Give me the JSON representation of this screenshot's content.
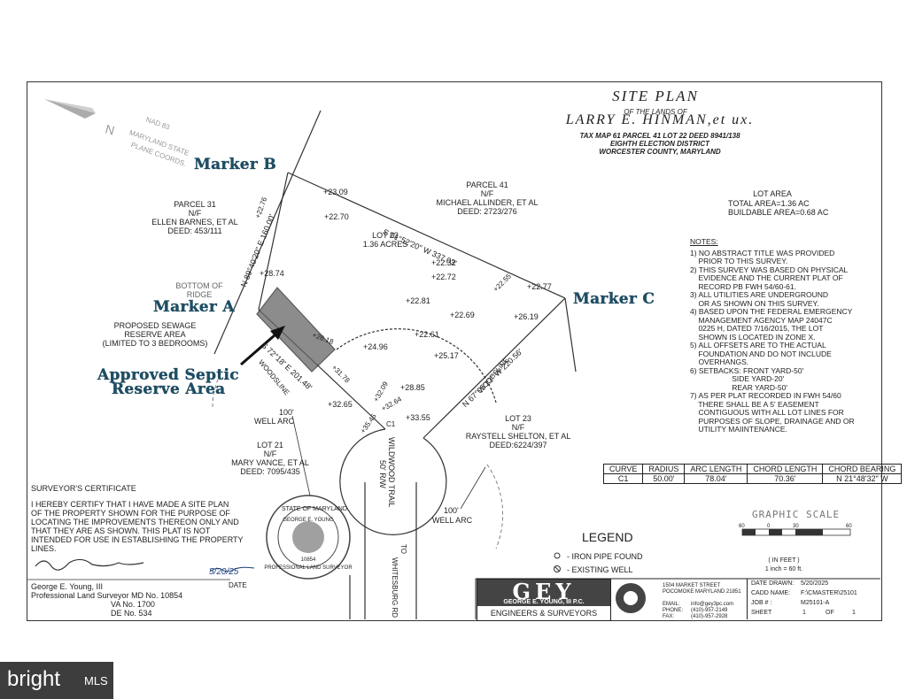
{
  "title": {
    "line1": "SITE PLAN",
    "line2": "OF THE LANDS OF",
    "line3": "LARRY E. HINMAN,et ux.",
    "line4": "TAX MAP 61 PARCEL 41 LOT 22 DEED 8941/138",
    "line5": "EIGHTH ELECTION DISTRICT",
    "line6": "WORCESTER COUNTY, MARYLAND"
  },
  "north_arrow": {
    "nad": "NAD 83",
    "coords1": "MARYLAND STATE",
    "coords2": "PLANE COORDS."
  },
  "markers": {
    "a": "Marker A",
    "b": "Marker B",
    "c": "Marker C",
    "septic_line1": "Approved Septic",
    "septic_line2": "Reserve Area"
  },
  "lot_area": {
    "heading": "LOT AREA",
    "total": "TOTAL AREA=1.36 AC",
    "buildable": "BUILDABLE AREA=0.68 AC"
  },
  "notes": {
    "heading": "NOTES:",
    "items": [
      "1) NO ABSTRACT TITLE WAS PROVIDED",
      "    PRIOR TO THIS SURVEY.",
      "2) THIS SURVEY WAS BASED ON PHYSICAL",
      "    EVIDENCE AND THE CURRENT PLAT OF",
      "    RECORD PB FWH 54/60-61.",
      "3) ALL UTILITIES ARE UNDERGROUND",
      "    OR AS SHOWN ON THIS SURVEY.",
      "4) BASED UPON THE FEDERAL EMERGENCY",
      "    MANAGEMENT AGENCY MAP 24047C",
      "    0225 H, DATED 7/16/2015, THE LOT",
      "    SHOWN IS LOCATED IN ZONE X.",
      "5) ALL OFFSETS ARE TO THE ACTUAL",
      "    FOUNDATION AND DO NOT INCLUDE",
      "    OVERHANGS.",
      "6) SETBACKS: FRONT YARD-50'",
      "                    SIDE YARD-20'",
      "                    REAR YARD-50'",
      "7) AS PER PLAT RECORDED IN FWH 54/60",
      "    THERE SHALL BE A 5' EASEMENT",
      "    CONTIGUOUS WITH ALL LOT LINES FOR",
      "    PURPOSES OF SLOPE, DRAINAGE AND OR",
      "    UTILITY MAIINTENANCE."
    ]
  },
  "parcels": {
    "p31": [
      "PARCEL 31",
      "N/F",
      "ELLEN BARNES, ET AL",
      "DEED: 453/111"
    ],
    "p41": [
      "PARCEL 41",
      "N/F",
      "MICHAEL ALLINDER, ET AL",
      "DEED: 2723/276"
    ],
    "lot22": [
      "LOT 22",
      "1.36 ACRES"
    ],
    "lot23": [
      "LOT 23",
      "N/F",
      "RAYSTELL SHELTON, ET AL",
      "DEED:6224/397"
    ],
    "lot21": [
      "LOT 21",
      "N/F",
      "MARY VANCE, ET AL",
      "DEED: 7095/435"
    ]
  },
  "bearings": {
    "north": "S 01°52'20\" W 337.03'",
    "west": "N 89°40'20\" E 160.00'",
    "southwest": "S 72°18' E 201.48'",
    "southeast": "N 67°05'13\" W 220.56'"
  },
  "elevations": [
    "+23.09",
    "+22.76",
    "+22.70",
    "+22.32",
    "+22.72",
    "+22.55",
    "+22.77",
    "+28.74",
    "+22.81",
    "+22.69",
    "+26.19",
    "+22.61",
    "+24.96",
    "+25.17",
    "+28.85",
    "+31.78",
    "+32.09",
    "+32.65",
    "+32.64",
    "+33.55",
    "+35.45",
    "+26.18"
  ],
  "labels": {
    "bottom_of_ridge": [
      "BOTTOM OF",
      "RIDGE"
    ],
    "sewage": [
      "PROPOSED SEWAGE",
      "RESERVE AREA",
      "(LIMITED TO 3 BEDROOMS)"
    ],
    "woodsline": "WOODSLINE",
    "well_arc": "WELL ARC",
    "well_arc_dist": "100'",
    "road": "WILDWOOD TRAIL",
    "road_rw": "50' R/W",
    "to_road": "TO",
    "to_road_name": "WHITESBURG RD",
    "c1": "C1"
  },
  "curve_table": {
    "headers": [
      "CURVE",
      "RADIUS",
      "ARC LENGTH",
      "CHORD LENGTH",
      "CHORD BEARING"
    ],
    "row": [
      "C1",
      "50.00'",
      "78.04'",
      "70.36'",
      "N 21°48'32\" W"
    ]
  },
  "graphic_scale": {
    "title": "GRAPHIC SCALE",
    "ticks": [
      "60",
      "0",
      "30",
      "60"
    ],
    "unit": "( IN FEET )",
    "ratio": "1 inch = 60 ft."
  },
  "legend": {
    "title": "LEGEND",
    "items": [
      "- IRON PIPE FOUND",
      "- EXISTING WELL"
    ]
  },
  "certificate": {
    "heading": "SURVEYOR'S CERTIFICATE",
    "lines": [
      "I HEREBY CERTIFY THAT I HAVE MADE A SITE PLAN",
      "OF THE PROPERTY SHOWN FOR THE PURPOSE OF",
      "LOCATING THE IMPROVEMENTS THEREON ONLY AND",
      "THAT THEY ARE AS SHOWN. THIS PLAT IS NOT",
      "INTENDED FOR USE IN ESTABLISHING THE PROPERTY",
      "LINES."
    ],
    "sig_date": "5/20/25",
    "date_label": "DATE",
    "name": "George E. Young, III",
    "title_md": "Professional Land Surveyor MD No. 10854",
    "va": "VA No. 1700",
    "de": "DE No. 534"
  },
  "seal": {
    "top": "STATE OF MARYLAND",
    "name": "GEORGE E. YOUNG",
    "num": "10854",
    "bottom": "PROFESSIONAL LAND SURVEYOR"
  },
  "company": {
    "logo": "GEY",
    "name": "GEORGE E. YOUNG, III P.C.",
    "tag": "ENGINEERS & SURVEYORS",
    "address1": "1504 MARKET STREET",
    "address2": "POCOMOKE MARYLAND 21851",
    "email_label": "EMAIL:",
    "email": "info@gey3pc.com",
    "phone_label": "PHONE:",
    "phone": "(410)-957-2149",
    "fax_label": "FAX:",
    "fax": "(410)-957-2928"
  },
  "sheet": {
    "date_label": "DATE DRAWN:",
    "date": "5/20/2025",
    "cadd_label": "CADD NAME:",
    "cadd": "F:\\CMASTER\\25101",
    "job_label": "JOB # :",
    "job": "M25101-A",
    "sheet_label": "SHEET",
    "sheet_num": "1",
    "of_label": "OF",
    "sheet_total": "1"
  },
  "watermark": "bright",
  "watermark_mls": "MLS",
  "colors": {
    "marker": "#1c4f66",
    "line": "#333333",
    "septic_fill": "#555555"
  }
}
